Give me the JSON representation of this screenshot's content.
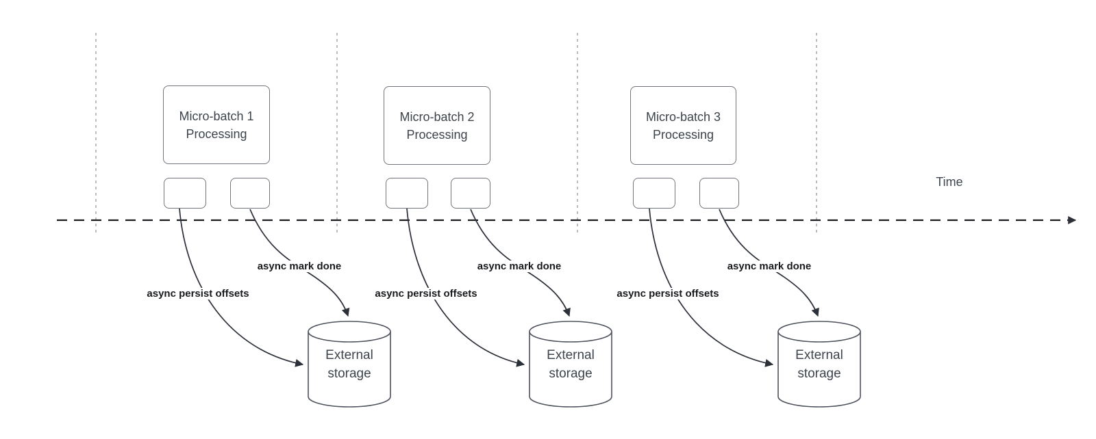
{
  "diagram": {
    "time_axis_label": "Time",
    "sections": [
      {
        "batch_title": "Micro-batch 1",
        "batch_subtitle": "Processing",
        "persist_label": "async persist offsets",
        "mark_done_label": "async mark done",
        "storage_line1": "External",
        "storage_line2": "storage"
      },
      {
        "batch_title": "Micro-batch 2",
        "batch_subtitle": "Processing",
        "persist_label": "async persist offsets",
        "mark_done_label": "async mark done",
        "storage_line1": "External",
        "storage_line2": "storage"
      },
      {
        "batch_title": "Micro-batch 3",
        "batch_subtitle": "Processing",
        "persist_label": "async persist offsets",
        "mark_done_label": "async mark done",
        "storage_line1": "External",
        "storage_line2": "storage"
      }
    ],
    "colors": {
      "arrow_line": "#2c3039",
      "timeline": "#191b1f",
      "separator": "#a7a7ab",
      "box_border": "#70747b",
      "node_text": "#3d434b",
      "label_text": "#17191d"
    }
  }
}
